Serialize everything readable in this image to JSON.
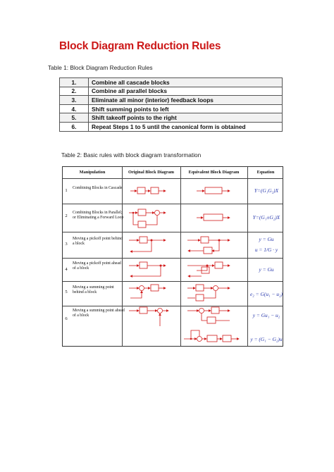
{
  "title": "Block Diagram Reduction Rules",
  "table1": {
    "caption": "Table 1: Block Diagram Reduction Rules",
    "rows": [
      {
        "num": "1.",
        "text": "Combine all cascade blocks"
      },
      {
        "num": "2.",
        "text": "Combine all parallel blocks"
      },
      {
        "num": "3.",
        "text": "Eliminate all minor (interior) feedback loops"
      },
      {
        "num": "4.",
        "text": "Shift summing points to left"
      },
      {
        "num": "5.",
        "text": "Shift takeoff points to the right"
      },
      {
        "num": "6.",
        "text": "Repeat Steps 1 to 5 until the canonical form is obtained"
      }
    ]
  },
  "table2": {
    "caption": "Table 2: Basic rules with block diagram transformation",
    "headers": [
      "Manipulation",
      "Original Block Diagram",
      "Equivalent Block Diagram",
      "Equation"
    ],
    "rows": [
      {
        "num": "1",
        "desc": "Combining Blocks in Cascade",
        "equation": "Y=(G₁G₂)X"
      },
      {
        "num": "2",
        "desc": "Combining Blocks in Parallel; or Eliminating a Forward Loop",
        "equation": "Y=(G₁±G₂)X"
      },
      {
        "num": "3",
        "desc": "Moving a pickoff point behind a block",
        "equation": "y = Gu",
        "equation2": "u = 1/G · y"
      },
      {
        "num": "4",
        "desc": "Moving a pickoff point ahead of a block",
        "equation": "y = Gu"
      },
      {
        "num": "5",
        "desc": "Moving a summing point behind a block",
        "equation": "e₂ = G(u₁ − u₂)"
      },
      {
        "num": "6",
        "desc": "Moving a summing point ahead of a block",
        "equation": "y = Gu₁ − u₂",
        "equation2": "y = (G₁ − G₂)u"
      }
    ]
  },
  "colors": {
    "title": "#cc1818",
    "diagram": "#d11a1a",
    "equation": "#2233aa"
  }
}
